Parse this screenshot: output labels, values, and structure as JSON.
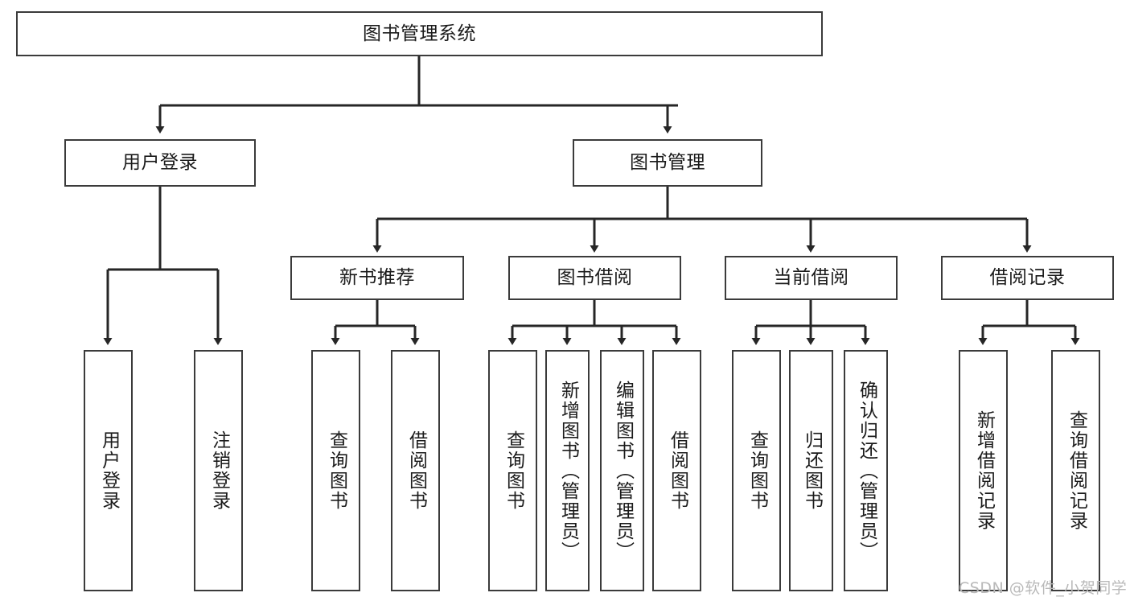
{
  "diagram": {
    "type": "tree",
    "title": "图书管理系统",
    "watermark": "CSDN @软件_小贺同学",
    "colors": {
      "box_stroke": "#3b3b3b",
      "box_fill": "#ffffff",
      "line": "#262626",
      "text": "#1b1b1b",
      "watermark": "#b9b9b9",
      "background": "#ffffff"
    },
    "nodes": {
      "root": {
        "label": "图书管理系统"
      },
      "level2": [
        {
          "id": "user_login",
          "label": "用户登录"
        },
        {
          "id": "book_manage",
          "label": "图书管理"
        }
      ],
      "level3": [
        {
          "id": "new_book_rec",
          "label": "新书推荐"
        },
        {
          "id": "book_borrow",
          "label": "图书借阅"
        },
        {
          "id": "current_borrow",
          "label": "当前借阅"
        },
        {
          "id": "borrow_record",
          "label": "借阅记录"
        }
      ],
      "leaves": {
        "user_login": [
          {
            "id": "leaf_user_login",
            "label": "用户登录"
          },
          {
            "id": "leaf_logout",
            "label": "注销登录"
          }
        ],
        "new_book_rec": [
          {
            "id": "leaf_query_book_1",
            "label": "查询图书"
          },
          {
            "id": "leaf_borrow_book_1",
            "label": "借阅图书"
          }
        ],
        "book_borrow": [
          {
            "id": "leaf_query_book_2",
            "label": "查询图书"
          },
          {
            "id": "leaf_add_book",
            "label": "新增图书（管理员）"
          },
          {
            "id": "leaf_edit_book",
            "label": "编辑图书（管理员）"
          },
          {
            "id": "leaf_borrow_book_2",
            "label": "借阅图书"
          }
        ],
        "current_borrow": [
          {
            "id": "leaf_query_book_3",
            "label": "查询图书"
          },
          {
            "id": "leaf_return_book",
            "label": "归还图书"
          },
          {
            "id": "leaf_confirm_return",
            "label": "确认归还（管理员）"
          }
        ],
        "borrow_record": [
          {
            "id": "leaf_add_record",
            "label": "新增借阅记录"
          },
          {
            "id": "leaf_query_record",
            "label": "查询借阅记录"
          }
        ]
      }
    }
  }
}
